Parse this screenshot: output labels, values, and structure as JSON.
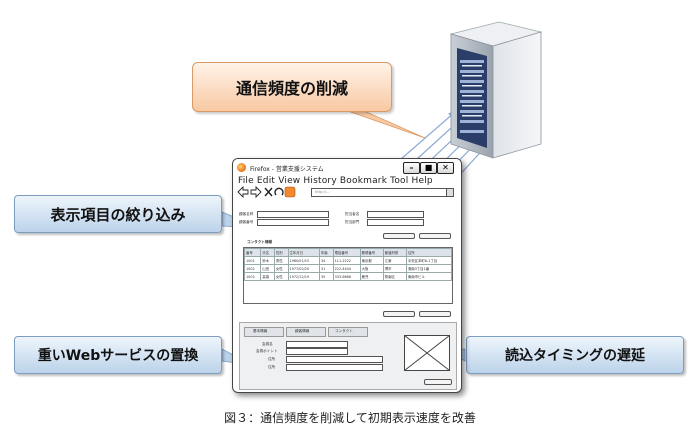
{
  "callouts": {
    "reduce_freq": "通信頻度の削減",
    "filter_items": "表示項目の絞り込み",
    "replace_service": "重いWebサービスの置換",
    "delay_load": "読込タイミングの遅延"
  },
  "browser": {
    "title": "Firefox - 営業支援システム",
    "controls": [
      "–",
      "■",
      "✕"
    ],
    "menu": "File  Edit  View  History  Bookmark  Tool  Help",
    "address": "http://...",
    "form_labels": [
      "顧客名称",
      "顧客番号",
      "担当者名",
      "担当部門"
    ],
    "section_label": "コンタクト情報",
    "table_headers": [
      "番号",
      "氏名",
      "性別",
      "生年月日",
      "年齢",
      "電話番号",
      "郵便番号",
      "都道府県",
      "住所"
    ],
    "table_rows": [
      [
        "1001",
        "鈴木",
        "男性",
        "1980/01/15",
        "34",
        "111-2222",
        "東京都",
        "江東",
        "中央区本町8-1丁目"
      ],
      [
        "1002",
        "山田",
        "女性",
        "1977/02/20",
        "31",
        "222-4444",
        "大阪",
        "堺市",
        "港南3丁目1番"
      ],
      [
        "1003",
        "高橋",
        "女性",
        "1972/12/19",
        "35",
        "333-6666",
        "鹿児",
        "県南区",
        "東南市ビル"
      ]
    ],
    "tabs": [
      "基本情報",
      "顧客情報",
      "コンタクト"
    ],
    "bottom_labels": [
      "会員名",
      "会員ポイント",
      "住所",
      "住所"
    ]
  },
  "caption": "図３：通信頻度を削減して初期表示速度を改善"
}
